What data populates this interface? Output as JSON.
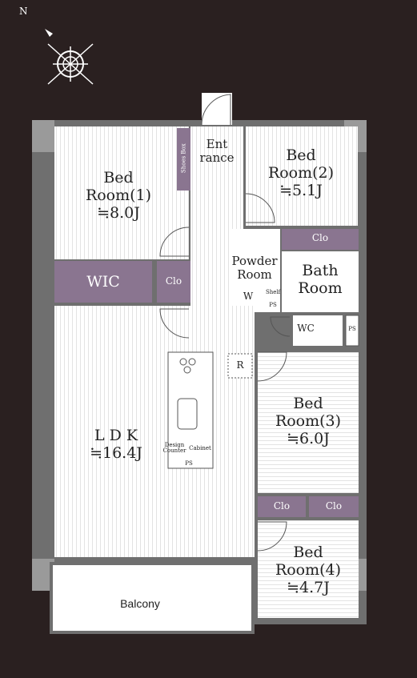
{
  "rooms": {
    "entrance": {
      "line1": "Ent",
      "line2": "rance"
    },
    "shoes_box": "Shoes Box",
    "bed1": {
      "line1": "Bed",
      "line2": "Room(1)",
      "size": "≒8.0J"
    },
    "bed2": {
      "line1": "Bed",
      "line2": "Room(2)",
      "size": "≒5.1J"
    },
    "bed3": {
      "line1": "Bed",
      "line2": "Room(3)",
      "size": "≒6.0J"
    },
    "bed4": {
      "line1": "Bed",
      "line2": "Room(4)",
      "size": "≒4.7J"
    },
    "ldk": {
      "line1": "L D K",
      "size": "≒16.4J"
    },
    "powder": {
      "line1": "Powder",
      "line2": "Room",
      "washer": "W",
      "shelf": "Shelf",
      "ps": "PS"
    },
    "bath": {
      "line1": "Bath",
      "line2": "Room"
    },
    "wc": "WC",
    "ps_wc": "PS",
    "wic": "WIC",
    "clo_bed1": "Clo",
    "clo_bed2": "Clo",
    "clo_bed3_left": "Clo",
    "clo_bed3_right": "Clo",
    "fridge": "R",
    "design_counter": {
      "line1": "Design",
      "line2": "Counter"
    },
    "cabinet": "Cabinet",
    "ps_kitchen": "PS",
    "balcony": "Balcony"
  },
  "compass": {
    "north": "N"
  },
  "colors": {
    "background": "#2a2020",
    "wall": "#6f6f6f",
    "floor": "#ffffff",
    "storage": "#8a7590",
    "pillar": "#9a9a9a"
  }
}
